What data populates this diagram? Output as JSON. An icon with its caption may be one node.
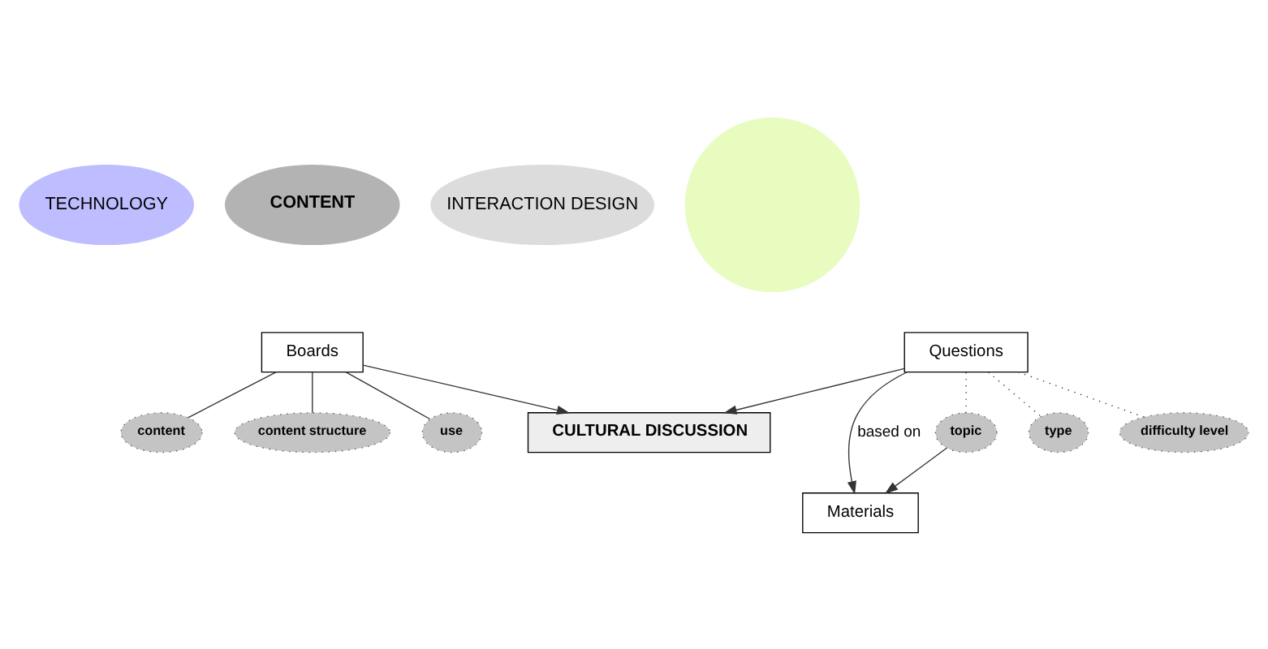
{
  "diagram": {
    "nodes": [
      {
        "text": [
          "TECHNOLOGY"
        ]
      },
      {
        "text": [
          "CONTENT"
        ]
      },
      {
        "text": [
          "INTERACTION DESIGN"
        ]
      },
      {
        "text": [],
        "shape": "circle"
      },
      {
        "text": [
          "Boards"
        ]
      },
      {
        "text": [
          "content"
        ]
      },
      {
        "text": [
          "content structure"
        ]
      },
      {
        "text": [
          "use"
        ]
      },
      {
        "text": [
          "CULTURAL DISCUSSION"
        ]
      },
      {
        "text": [
          "Questions"
        ]
      },
      {
        "text": [
          "Materials"
        ]
      },
      {
        "text": [
          "type"
        ]
      },
      {
        "text": [
          "difficulty level"
        ]
      },
      {
        "text": [
          "topic"
        ]
      }
    ],
    "edges": [
      {
        "from": 4,
        "to": 5,
        "arrow": "none"
      },
      {
        "from": 4,
        "to": 6,
        "arrow": "none"
      },
      {
        "from": 4,
        "to": 7,
        "arrow": "none"
      },
      {
        "from": 4,
        "to": 8,
        "arrow": "to"
      },
      {
        "from": 9,
        "to": 8,
        "arrow": "to"
      },
      {
        "from": 9,
        "to": 10,
        "arrow": "to",
        "label": "based on"
      },
      {
        "from": 9,
        "to": 11,
        "arrow": "none",
        "style": "dashed"
      },
      {
        "from": 9,
        "to": 12,
        "arrow": "none",
        "style": "dashed"
      },
      {
        "from": 9,
        "to": 13,
        "arrow": "none",
        "style": "dashed"
      },
      {
        "from": 13,
        "to": 10,
        "arrow": "to"
      }
    ]
  }
}
